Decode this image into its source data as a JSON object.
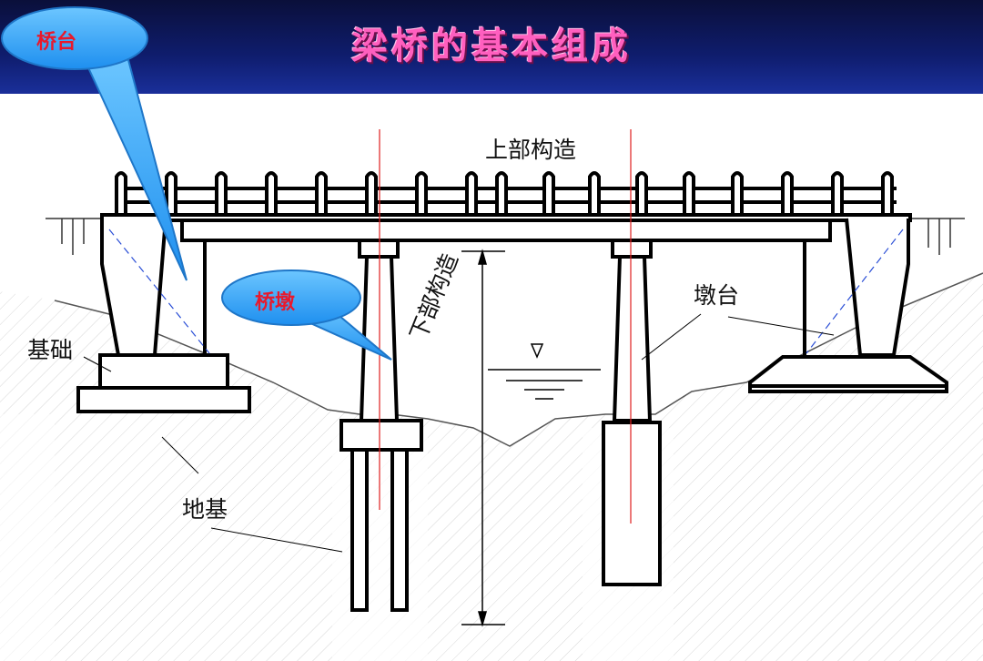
{
  "title": "梁桥的基本组成",
  "labels": {
    "superstructure": "上部构造",
    "substructure": "下部构造",
    "abutment_side": "墩台",
    "foundation": "基础",
    "subgrade": "地基"
  },
  "callouts": {
    "abutment": "桥台",
    "pier": "桥墩"
  },
  "colors": {
    "header_bg": "#0f1d6e",
    "title_pink": "#ff5fbf",
    "callout_fill": "#2aa3ff",
    "callout_text": "#e8192c",
    "centerline": "#e02020"
  }
}
